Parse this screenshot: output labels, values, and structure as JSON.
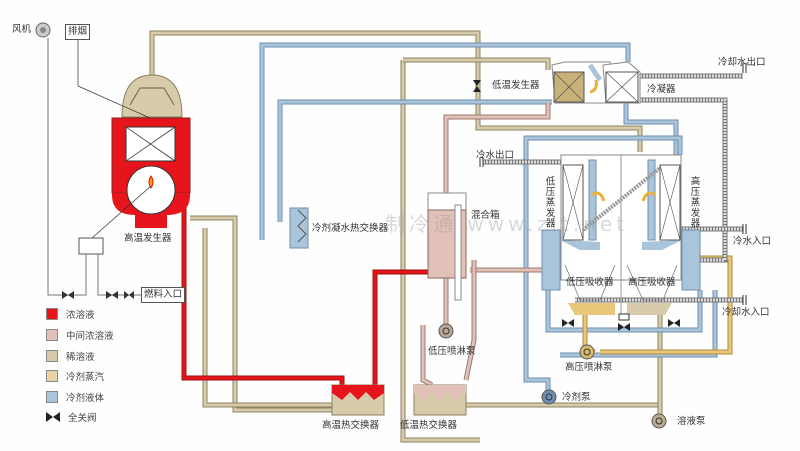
{
  "labels": {
    "fan": "风机",
    "exhaust": "排烟",
    "high_temp_generator": "高温发生器",
    "fuel_inlet": "燃料入口",
    "refrigerant_condensate_hx": "冷剂凝水热交换器",
    "low_temp_generator": "低温发生器",
    "condenser": "冷凝器",
    "cooling_water_outlet": "冷却水出口",
    "chilled_water_outlet": "冷水出口",
    "mixing_tank": "混合箱",
    "low_pressure_evaporator": "低压蒸发器",
    "high_pressure_evaporator": "高压蒸发器",
    "chilled_water_inlet": "冷水入口",
    "low_pressure_absorber": "低压吸收器",
    "high_pressure_absorber": "高压吸收器",
    "cooling_water_inlet": "冷却水入口",
    "low_pressure_spray_pump": "低压喷淋泵",
    "high_pressure_spray_pump": "高压喷淋泵",
    "refrigerant_pump": "冷剂泵",
    "solution_pump": "溶液泵",
    "high_temp_hx": "高温热交换器",
    "low_temp_hx": "低温热交换器"
  },
  "legend": [
    {
      "label": "浓溶液",
      "color": "#e8141b"
    },
    {
      "label": "中间浓溶液",
      "color": "#e2c1b9"
    },
    {
      "label": "稀溶液",
      "color": "#d8cbab"
    },
    {
      "label": "冷剂蒸汽",
      "color": "#e6d2a6"
    },
    {
      "label": "冷剂液体",
      "color": "#aac4da"
    },
    {
      "label": "全关阀",
      "icon": "valve-icon"
    }
  ],
  "watermark": "制冷通 www.zlt.net",
  "colors": {
    "concentrated": "#e8141b",
    "intermediate": "#e2c1b9",
    "dilute": "#d8cbab",
    "vapor": "#e9c77a",
    "refrigerant_liquid": "#aac4da"
  }
}
